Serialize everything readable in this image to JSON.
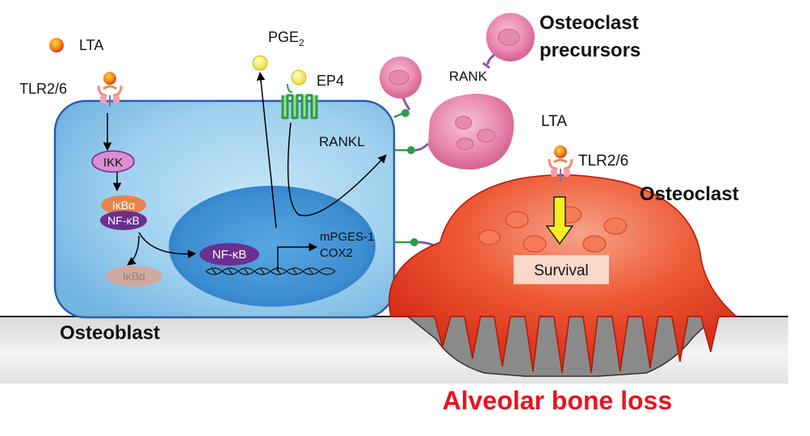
{
  "labels": {
    "lta_left": "LTA",
    "tlr_left": "TLR2/6",
    "ikk": "IKK",
    "ikba": "IκBα",
    "nfkb": "NF-κB",
    "ikba_released": "IκBα",
    "nfkb_nucleus": "NF-κB",
    "pge2_base": "PGE",
    "pge2_sub": "2",
    "ep4": "EP4",
    "rankl": "RANKL",
    "rank": "RANK",
    "mpges1": "mPGES-1",
    "cox2": "COX2",
    "precursors_line1": "Osteoclast",
    "precursors_line2": "precursors",
    "lta_right": "LTA",
    "tlr_right": "TLR2/6",
    "osteoclast": "Osteoclast",
    "survival": "Survival",
    "osteoblast": "Osteoblast",
    "bone_loss": "Alveolar bone loss"
  },
  "colors": {
    "cell_blue": "#9fd0ee",
    "nucleus_blue": "#3d8fd3",
    "osteoclast_red": "#e8391b",
    "precursor_pink": "#e0528a",
    "bone_loss_text": "#e8141e",
    "nfkb_purple": "#6b2f8f",
    "ikba_orange": "#e8834c",
    "ikk_pink": "#dc8ed2",
    "receptor_green": "#2e9a4c",
    "pge2_yellow": "#f4e94a",
    "arrow_yellow": "#f7f01e"
  }
}
